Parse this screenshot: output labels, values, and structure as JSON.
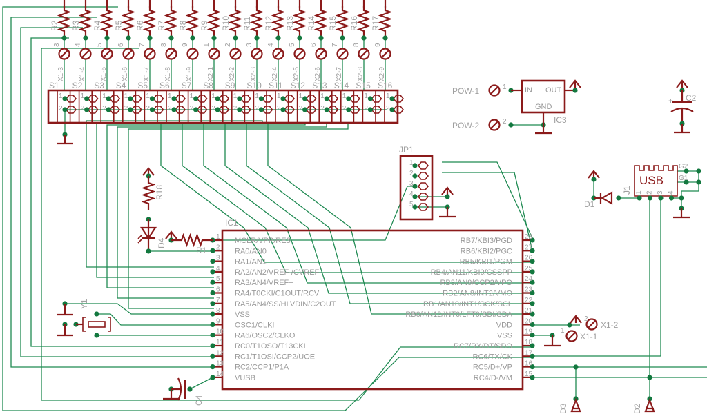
{
  "schematic": {
    "colors": {
      "wire": "#1f8a52",
      "symbol": "#8b1a1a",
      "label": "#a0a0a0",
      "junction": "#13783f",
      "background": "#ffffff"
    },
    "resistors_top": [
      "R2",
      "R3",
      "R4",
      "R5",
      "R6",
      "R7",
      "R8",
      "R9",
      "R10",
      "R11",
      "R12",
      "R13",
      "R14",
      "R15",
      "R16",
      "R17"
    ],
    "resistor_pin_numbers": [
      "3",
      "4",
      "5",
      "6",
      "7",
      "8",
      "9",
      "1",
      "2",
      "3",
      "4",
      "5",
      "6",
      "7",
      "8",
      "9"
    ],
    "terminal_labels": [
      "X1-3",
      "X1-4",
      "X1-5",
      "X1-6",
      "X1-7",
      "X1-8",
      "X1-9",
      "X2-1",
      "X2-2",
      "X2-3",
      "X2-4",
      "X2-5",
      "X2-6",
      "X2-7",
      "X2-8",
      "X2-9"
    ],
    "switches": [
      "S1",
      "S2",
      "S3",
      "S4",
      "S5",
      "S6",
      "S7",
      "S8",
      "S9",
      "S10",
      "S11",
      "S12",
      "S13",
      "S14",
      "S15",
      "S16"
    ],
    "switch_pin_1": "1",
    "switch_pin_2": "2",
    "ic1": {
      "name": "IC1",
      "left_pins": [
        {
          "num": "1",
          "name": "MCLR/VPP/RE3"
        },
        {
          "num": "2",
          "name": "RA0/AN0"
        },
        {
          "num": "3",
          "name": "RA1/AN1"
        },
        {
          "num": "4",
          "name": "RA2/AN2/VREF-/CVREF"
        },
        {
          "num": "5",
          "name": "RA3/AN4/VREF+"
        },
        {
          "num": "6",
          "name": "RA4/T0CKI/C1OUT/RCV"
        },
        {
          "num": "7",
          "name": "RA5/AN4/SS/HLVDIN/C2OUT"
        },
        {
          "num": "8",
          "name": "VSS"
        },
        {
          "num": "9",
          "name": "OSC1/CLKI"
        },
        {
          "num": "10",
          "name": "RA6/OSC2/CLKO"
        },
        {
          "num": "11",
          "name": "RC0/T1OSO/T13CKI"
        },
        {
          "num": "12",
          "name": "RC1/T1OSI/CCP2/UOE"
        },
        {
          "num": "13",
          "name": "RC2/CCP1/P1A"
        },
        {
          "num": "14",
          "name": "VUSB"
        }
      ],
      "right_pins": [
        {
          "num": "28",
          "name": "RB7/KBI3/PGD"
        },
        {
          "num": "27",
          "name": "RB6/KBI2/PGC"
        },
        {
          "num": "26",
          "name": "RB5/KBI1/PGM"
        },
        {
          "num": "25",
          "name": "RB4/AN11/KBI0/CSSPP"
        },
        {
          "num": "24",
          "name": "RB3/AN9/CCP2/VPO"
        },
        {
          "num": "23",
          "name": "RB2/AN8/INT2/VMO"
        },
        {
          "num": "22",
          "name": "RB1/AN10/INT1/SCK/SCL"
        },
        {
          "num": "21",
          "name": "RB0/AN12/INT0/LFT0/SDI/SDA"
        },
        {
          "num": "20",
          "name": "VDD"
        },
        {
          "num": "19",
          "name": "VSS"
        },
        {
          "num": "18",
          "name": "RC7/RX/DT/SDO"
        },
        {
          "num": "17",
          "name": "RC6/TX/CK"
        },
        {
          "num": "16",
          "name": "RC5/D+/VP"
        },
        {
          "num": "15",
          "name": "RC4/D-/VM"
        }
      ]
    },
    "ic3": {
      "name": "IC3",
      "in": "IN",
      "out": "OUT",
      "gnd": "GND"
    },
    "pow1": {
      "label": "POW-1",
      "pin": "1"
    },
    "pow2": {
      "label": "POW-2",
      "pin": "2"
    },
    "c2": "C2",
    "c2_plus": "+",
    "jp1": {
      "name": "JP1",
      "pins": [
        "1",
        "2",
        "3",
        "4",
        "5"
      ]
    },
    "usb": {
      "label": "USB",
      "name": "J1",
      "pins": [
        "1",
        "2",
        "3",
        "4"
      ],
      "g1": "G1",
      "g2": "G2"
    },
    "d1": "D1",
    "d2": "D2",
    "d3": "D3",
    "d4": "D4",
    "r1": "R1",
    "r18": "R18",
    "y1": "Y1",
    "c4": "C4",
    "x1_1": {
      "label": "X1-1",
      "pin": "1"
    },
    "x1_2": {
      "label": "X1-2",
      "pin": "2"
    }
  }
}
